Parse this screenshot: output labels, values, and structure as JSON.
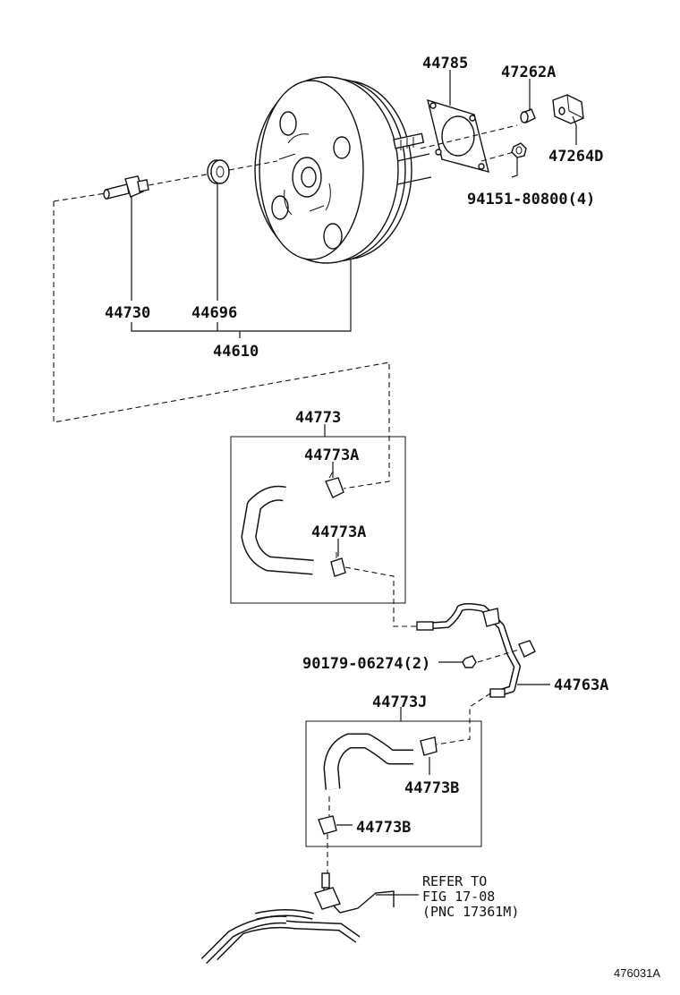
{
  "labels": {
    "gasket": "44785",
    "clevis_pin": "47262A",
    "clevis": "47264D",
    "nut": "94151-80800(4)",
    "check_valve": "44730",
    "grommet": "44696",
    "booster_assy": "44610",
    "hose_assy_top": "44773",
    "clamp_a_upper": "44773A",
    "clamp_a_lower": "44773A",
    "bolt": "90179-06274(2)",
    "vacuum_pipe": "44763A",
    "hose_assy_bottom": "44773J",
    "clamp_b_upper": "44773B",
    "clamp_b_lower": "44773B"
  },
  "reference_note": {
    "line1": "REFER TO",
    "line2": "FIG 17-08",
    "line3": "(PNC 17361M)"
  },
  "diagram_code": "476031A"
}
